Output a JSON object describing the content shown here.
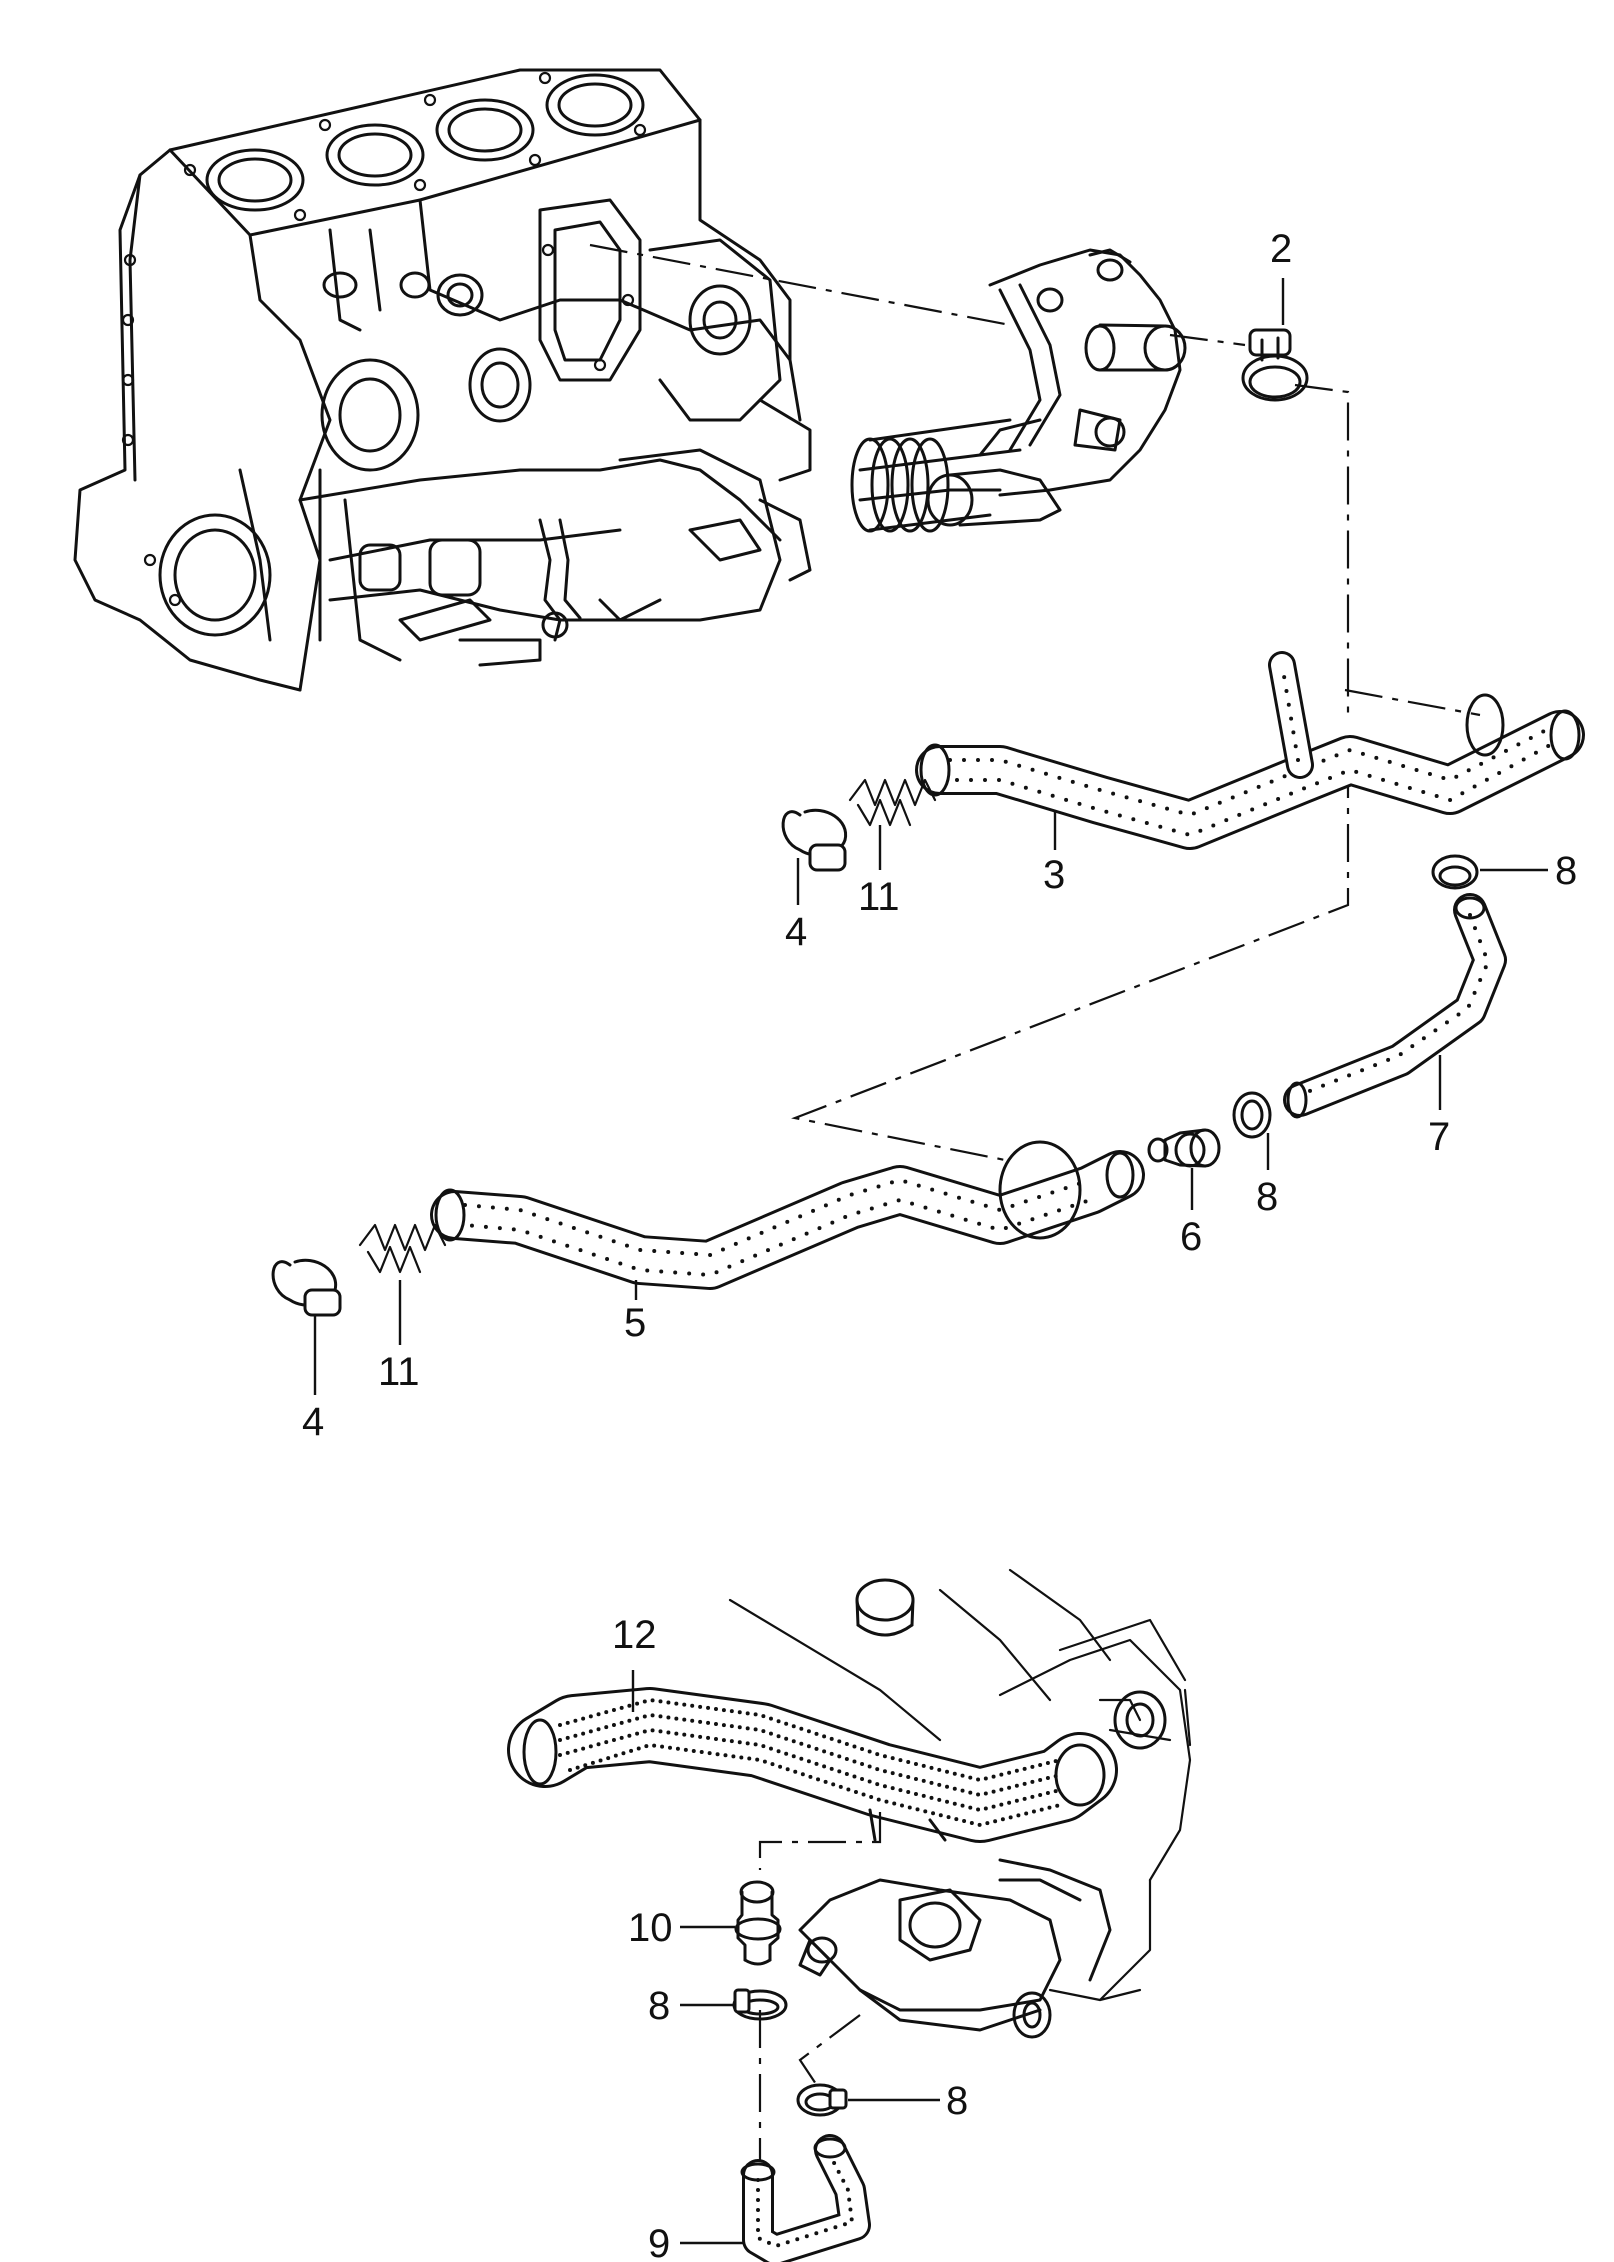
{
  "labels": {
    "p2": "2",
    "p3": "3",
    "p4a": "4",
    "p11a": "11",
    "p8a": "8",
    "p7": "7",
    "p6": "6",
    "p8b": "8",
    "p5": "5",
    "p11b": "11",
    "p4b": "4",
    "p12": "12",
    "p10": "10",
    "p8c": "8",
    "p8d": "8",
    "p9": "9"
  }
}
